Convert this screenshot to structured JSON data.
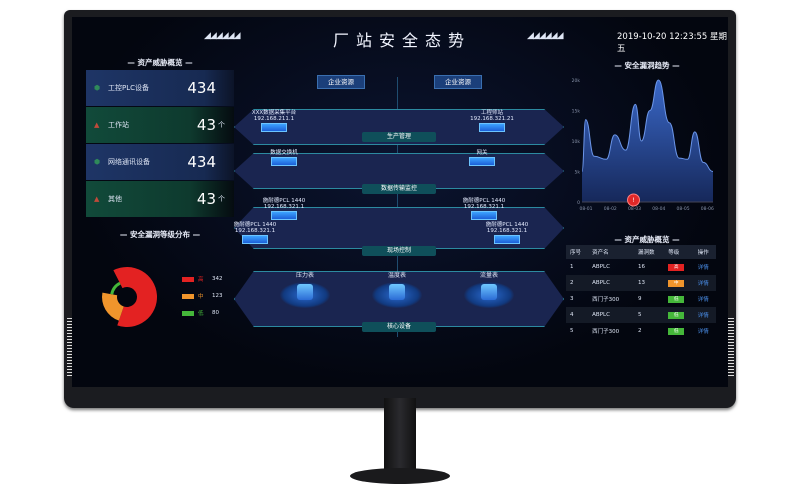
{
  "header": {
    "title": "厂站安全态势",
    "datetime": "2019-10-20  12:23:55",
    "weekday": "星期五",
    "stripes": "◢◢◢◢◢◢"
  },
  "asset_overview": {
    "title": "资产威胁概览",
    "cards": [
      {
        "label": "工控PLC设备",
        "value": "434",
        "unit": "",
        "icon": "shield-icon",
        "color": "#1e3566"
      },
      {
        "label": "工作站",
        "value": "43",
        "unit": "个",
        "icon": "warning-icon",
        "color": "#114a3a"
      },
      {
        "label": "网络通讯设备",
        "value": "434",
        "unit": "",
        "icon": "shield-icon",
        "color": "#1e3566"
      },
      {
        "label": "其他",
        "value": "43",
        "unit": "个",
        "icon": "warning-icon",
        "color": "#114a3a"
      }
    ]
  },
  "vuln_dist": {
    "title": "安全漏洞等级分布",
    "items": [
      {
        "label": "高",
        "value": "342",
        "color": "#e32222"
      },
      {
        "label": "中",
        "value": "123",
        "color": "#f0952c"
      },
      {
        "label": "低",
        "value": "80",
        "color": "#45b73a"
      }
    ]
  },
  "topology": {
    "resources": [
      "企业资源",
      "企业资源"
    ],
    "layers": [
      "生产管理",
      "数据传输监控",
      "现场控制",
      "核心设备"
    ],
    "l1": [
      {
        "name": "XXX数据采集平台",
        "ip": "192.168.211.1"
      },
      {
        "name": "工程师站",
        "ip": "192.168.321.21"
      }
    ],
    "l2": [
      {
        "name": "数据交换机",
        "ip": ""
      },
      {
        "name": "网关",
        "ip": ""
      }
    ],
    "l3": [
      {
        "name": "施耐德PCL 1440",
        "ip": "192.168.321.1"
      },
      {
        "name": "施耐德PCL 1440",
        "ip": "192.168.321.1"
      },
      {
        "name": "施耐德PCL 1440",
        "ip": "192.168.321.1"
      },
      {
        "name": "施耐德PCL 1440",
        "ip": "192.168.321.1"
      }
    ],
    "core": [
      "压力表",
      "温度表",
      "流量表"
    ]
  },
  "trend": {
    "title": "安全漏洞趋势",
    "alert": "!"
  },
  "chart_data": {
    "type": "area",
    "title": "安全漏洞趋势",
    "categories": [
      "08-01",
      "08-02",
      "08-03",
      "08-04",
      "08-05",
      "08-06"
    ],
    "yticks": [
      "0",
      "5k",
      "10k",
      "15k",
      "20k"
    ],
    "ylim": [
      0,
      20000
    ],
    "x": [
      0,
      0.15,
      0.5,
      1,
      1.35,
      1.8,
      2.2,
      2.45,
      2.8,
      3.15,
      3.6,
      4,
      4.35,
      4.65,
      5,
      5.4
    ],
    "values": [
      5000,
      13500,
      7500,
      7000,
      11000,
      8500,
      16000,
      10000,
      15000,
      20000,
      13000,
      7200,
      7000,
      11500,
      6500,
      5000
    ],
    "color": "#2f5bb8"
  },
  "threat_table": {
    "title": "资产威胁概览",
    "headers": [
      "序号",
      "资产名",
      "漏洞数",
      "等级",
      "操作"
    ],
    "rows": [
      {
        "no": "1",
        "name": "ABPLC",
        "count": "16",
        "level": "高",
        "level_color": "#e32222",
        "action": "详情"
      },
      {
        "no": "2",
        "name": "ABPLC",
        "count": "13",
        "level": "中",
        "level_color": "#f0952c",
        "action": "详情"
      },
      {
        "no": "3",
        "name": "西门子300",
        "count": "9",
        "level": "低",
        "level_color": "#45b73a",
        "action": "详情"
      },
      {
        "no": "4",
        "name": "ABPLC",
        "count": "5",
        "level": "低",
        "level_color": "#45b73a",
        "action": "详情"
      },
      {
        "no": "5",
        "name": "西门子300",
        "count": "2",
        "level": "低",
        "level_color": "#45b73a",
        "action": "详情"
      }
    ]
  }
}
